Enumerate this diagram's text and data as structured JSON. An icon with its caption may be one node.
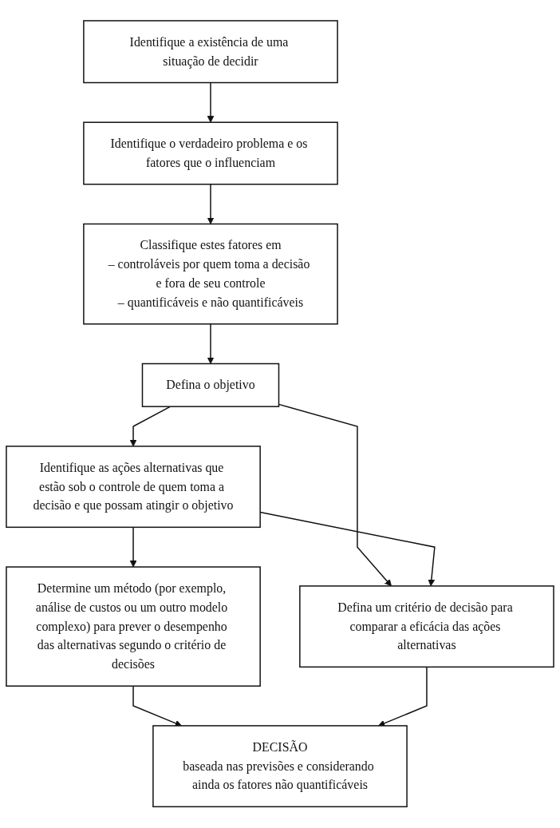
{
  "diagram": {
    "nodes": [
      {
        "text": [
          "Identifique a existência de uma situação de decidir"
        ]
      },
      {
        "text": [
          "Identifique o verdadeiro problema e os fatores que o influenciam"
        ]
      },
      {
        "text": [
          "Classifique estes fatores em",
          "– controláveis por quem toma a decisão e fora de seu controle",
          "– quantificáveis e não quantificáveis"
        ]
      },
      {
        "text": [
          "Defina o objetivo"
        ]
      },
      {
        "text": [
          "Identifique as ações alternativas que estão sob o controle de quem toma a decisão e que possam atingir o objetivo"
        ]
      },
      {
        "text": [
          "Defina um critério de decisão para comparar a eficácia das ações alternativas"
        ]
      },
      {
        "text": [
          "Determine um método (por exemplo, análise de custos ou um outro modelo complexo) para prever o desempenho das alternativas segundo o critério de decisões"
        ]
      },
      {
        "text": [
          "DECISÃO",
          "baseada nas previsões e considerando ainda os fatores não quantificáveis"
        ]
      }
    ],
    "edges": [
      {
        "from": 0,
        "to": 1,
        "arrow": "to"
      },
      {
        "from": 1,
        "to": 2,
        "arrow": "to"
      },
      {
        "from": 2,
        "to": 3,
        "arrow": "to"
      },
      {
        "from": 3,
        "to": 4,
        "arrow": "to"
      },
      {
        "from": 3,
        "to": 5,
        "arrow": "to"
      },
      {
        "from": 4,
        "to": 5,
        "arrow": "to"
      },
      {
        "from": 4,
        "to": 6,
        "arrow": "to"
      },
      {
        "from": 6,
        "to": 7,
        "arrow": "to"
      },
      {
        "from": 5,
        "to": 7,
        "arrow": "to"
      }
    ]
  }
}
